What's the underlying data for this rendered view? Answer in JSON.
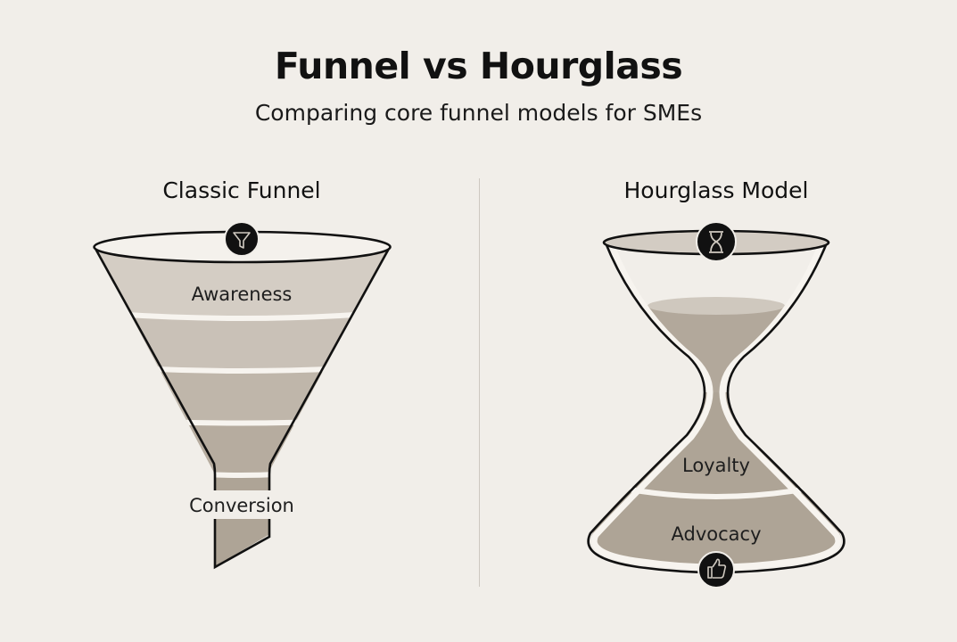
{
  "header": {
    "title": "Funnel vs Hourglass",
    "subtitle": "Comparing core funnel models for SMEs"
  },
  "left_panel": {
    "title": "Classic Funnel",
    "icon": "funnel-icon",
    "stages": [
      {
        "label": "Awareness"
      },
      {
        "label": ""
      },
      {
        "label": ""
      },
      {
        "label": ""
      },
      {
        "label": "Conversion"
      }
    ]
  },
  "right_panel": {
    "title": "Hourglass Model",
    "top_icon": "hourglass-icon",
    "bottom_icon": "thumbs-up-icon",
    "stages": [
      {
        "label": "Loyalty"
      },
      {
        "label": "Advocacy"
      }
    ]
  },
  "colors": {
    "background": "#f1eee9",
    "band_light": "#d4cdc4",
    "band_mid": "#c6beb3",
    "band_dark": "#b4aa9d",
    "sand": "#aea496",
    "outline": "#111111"
  }
}
